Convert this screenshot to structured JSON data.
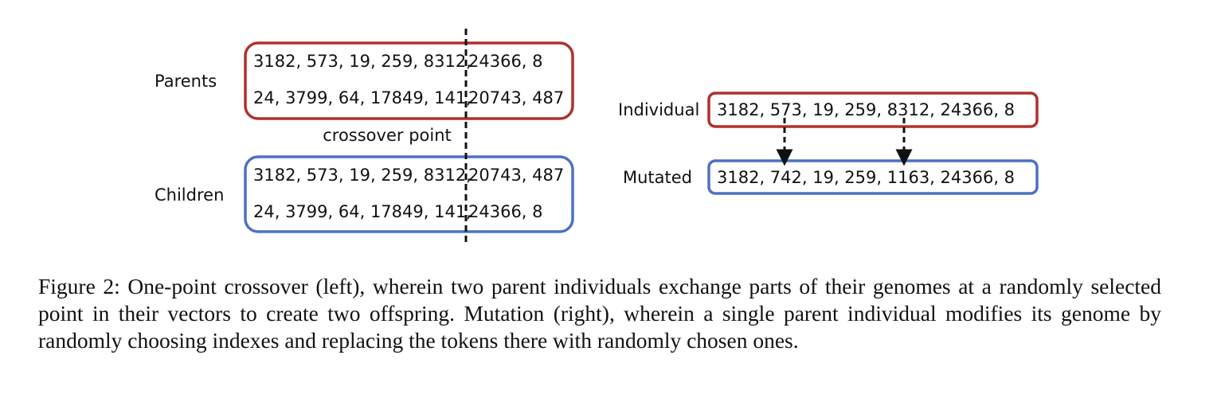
{
  "crossover": {
    "parents_label": "Parents",
    "children_label": "Children",
    "point_label": "crossover point",
    "parents": [
      {
        "left": "3182, 573, 19, 259, 8312,",
        "right": "24366, 8"
      },
      {
        "left": "24, 3799, 64, 17849, 141,",
        "right": "20743, 487"
      }
    ],
    "children": [
      {
        "left": "3182, 573, 19, 259, 8312,",
        "right": "20743, 487"
      },
      {
        "left": "24, 3799, 64, 17849, 141,",
        "right": "24366, 8"
      }
    ]
  },
  "mutation": {
    "individual_label": "Individual",
    "mutated_label": "Mutated",
    "individual": "3182, 573, 19, 259, 8312, 24366, 8",
    "mutated": "3182, 742, 19, 259, 1163, 24366, 8"
  },
  "colors": {
    "parent_border": "#b0302b",
    "child_border": "#4a72c4",
    "dashed_line": "#111111"
  },
  "caption": "Figure 2: One-point crossover (left), wherein two parent individuals exchange parts of their genomes at a randomly selected point in their vectors to create two offspring. Mutation (right), wherein a single parent individual modifies its genome by randomly choosing indexes and replacing the tokens there with randomly chosen ones."
}
